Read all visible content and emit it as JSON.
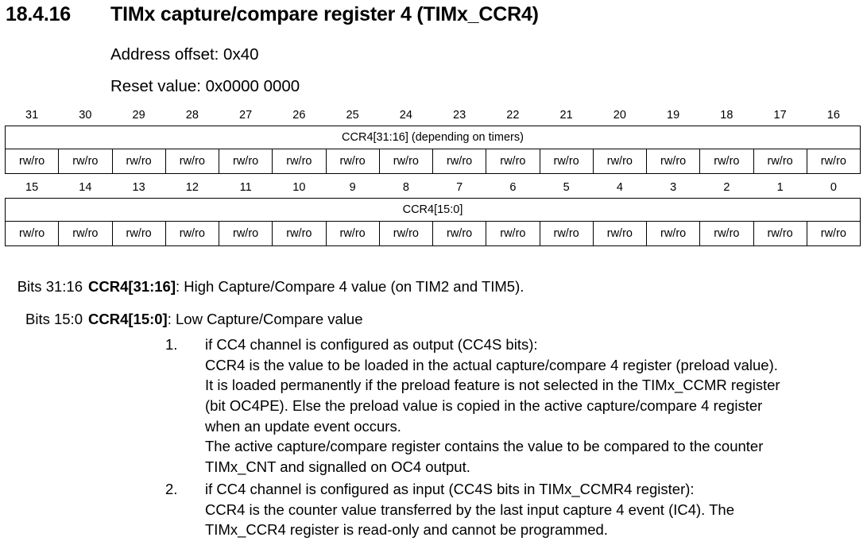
{
  "section": {
    "number": "18.4.16",
    "title": "TIMx capture/compare register 4 (TIMx_CCR4)",
    "address_offset": "Address offset: 0x40",
    "reset_value": "Reset value: 0x0000 0000"
  },
  "register": {
    "high": {
      "bits": [
        "31",
        "30",
        "29",
        "28",
        "27",
        "26",
        "25",
        "24",
        "23",
        "22",
        "21",
        "20",
        "19",
        "18",
        "17",
        "16"
      ],
      "field": "CCR4[31:16] (depending on timers)",
      "access": [
        "rw/ro",
        "rw/ro",
        "rw/ro",
        "rw/ro",
        "rw/ro",
        "rw/ro",
        "rw/ro",
        "rw/ro",
        "rw/ro",
        "rw/ro",
        "rw/ro",
        "rw/ro",
        "rw/ro",
        "rw/ro",
        "rw/ro",
        "rw/ro"
      ]
    },
    "low": {
      "bits": [
        "15",
        "14",
        "13",
        "12",
        "11",
        "10",
        "9",
        "8",
        "7",
        "6",
        "5",
        "4",
        "3",
        "2",
        "1",
        "0"
      ],
      "field": "CCR4[15:0]",
      "access": [
        "rw/ro",
        "rw/ro",
        "rw/ro",
        "rw/ro",
        "rw/ro",
        "rw/ro",
        "rw/ro",
        "rw/ro",
        "rw/ro",
        "rw/ro",
        "rw/ro",
        "rw/ro",
        "rw/ro",
        "rw/ro",
        "rw/ro",
        "rw/ro"
      ]
    }
  },
  "descriptions": {
    "high": {
      "bits": "Bits 31:16",
      "field": "CCR4[31:16]",
      "text": ": High Capture/Compare 4 value (on TIM2 and TIM5)."
    },
    "low": {
      "bits": "Bits 15:0",
      "field": "CCR4[15:0]",
      "text": ": Low Capture/Compare value",
      "items": [
        {
          "num": "1.",
          "lines": [
            "if CC4 channel is configured as output (CC4S bits):",
            "CCR4 is the value to be loaded in the actual capture/compare 4 register (preload value).",
            "It is loaded permanently if the preload feature is not selected in the TIMx_CCMR register",
            "(bit OC4PE). Else the preload value is copied in the active capture/compare 4 register",
            "when an update event occurs.",
            "The active capture/compare register contains the value to be compared to the counter",
            "TIMx_CNT and signalled on OC4 output."
          ]
        },
        {
          "num": "2.",
          "lines": [
            "if CC4 channel is configured as input (CC4S bits in TIMx_CCMR4 register):",
            "CCR4 is the counter value transferred by the last input capture 4 event (IC4). The",
            "TIMx_CCR4 register is read-only and cannot be programmed."
          ]
        }
      ]
    }
  }
}
